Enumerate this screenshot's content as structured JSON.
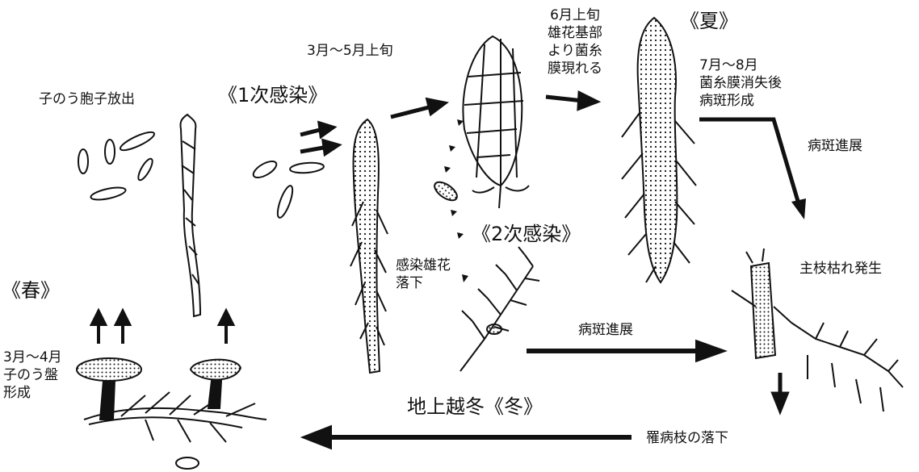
{
  "seasons": {
    "spring": "《春》",
    "summer": "《夏》",
    "winter_full": "地上越冬《冬》"
  },
  "stages": {
    "primary_infection": "《1次感染》",
    "secondary_infection": "《2次感染》"
  },
  "annotations": {
    "ascospore_release": "子のう胞子放出",
    "period_mar_may": "3月～5月上旬",
    "june_line1": "6月上旬",
    "june_line2": "雄花基部",
    "june_line3": "より菌糸",
    "june_line4": "膜現れる",
    "julaug_line1": "7月～8月",
    "julaug_line2": "菌糸膜消失後",
    "julaug_line3": "病斑形成",
    "lesion_progress_right": "病斑進展",
    "infected_flower_line1": "感染雄花",
    "infected_flower_line2": "落下",
    "main_branch_blight": "主枝枯れ発生",
    "lesion_progress_middle": "病斑進展",
    "apothecia_line1": "3月～4月",
    "apothecia_line2": "子のう盤",
    "apothecia_line3": "形成",
    "diseased_branch_fall": "罹病枝の落下"
  },
  "colors": {
    "ink": "#111111",
    "paper": "#ffffff"
  }
}
